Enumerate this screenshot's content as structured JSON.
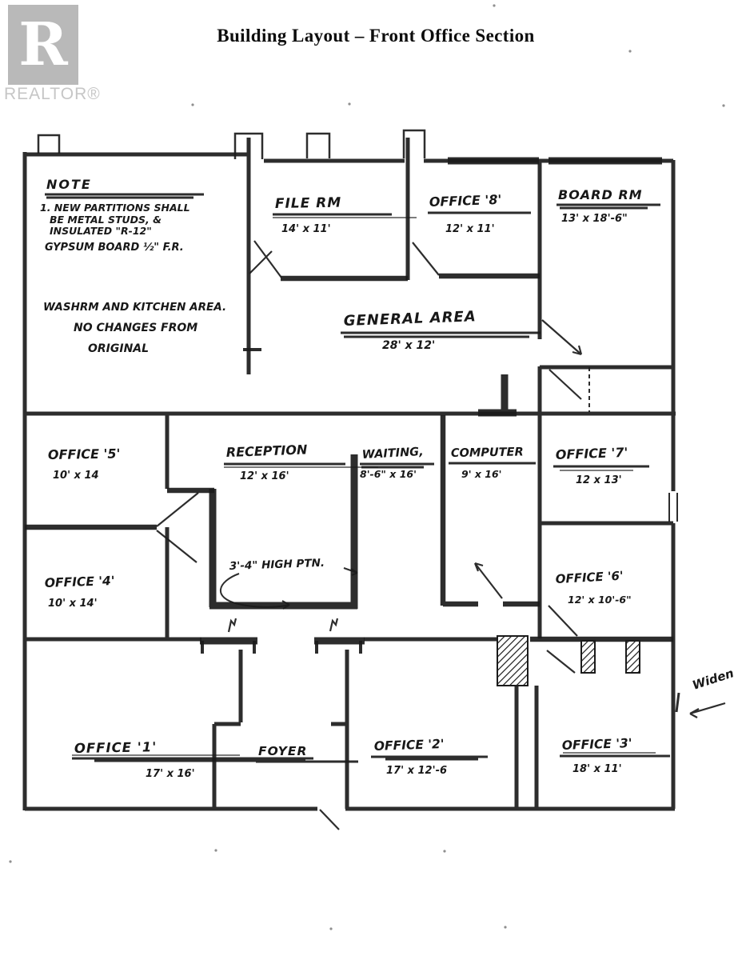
{
  "header": {
    "logo_r": "R",
    "logo_label": "REALTOR®",
    "title": "Building Layout – Front Office Section"
  },
  "note": {
    "heading": "NOTE",
    "lines": [
      "1. NEW PARTITIONS SHALL",
      "BE METAL STUDS, &",
      "INSULATED \"R-12\"",
      "GYPSUM BOARD ½\" F.R.",
      "WASHRM AND KITCHEN AREA.",
      "NO CHANGES FROM",
      "ORIGINAL"
    ]
  },
  "rooms": [
    {
      "id": "file-rm",
      "name": "FILE RM",
      "dims": "14' x 11'"
    },
    {
      "id": "office-8",
      "name": "OFFICE '8'",
      "dims": "12' x 11'"
    },
    {
      "id": "board-rm",
      "name": "BOARD RM",
      "dims": "13' x 18'-6\""
    },
    {
      "id": "general-area",
      "name": "GENERAL AREA",
      "dims": "28' x 12'"
    },
    {
      "id": "office-5",
      "name": "OFFICE '5'",
      "dims": "10' x 14"
    },
    {
      "id": "reception",
      "name": "RECEPTION",
      "dims": "12' x 16'"
    },
    {
      "id": "waiting",
      "name": "WAITING,",
      "dims": "8'-6\" x 16'"
    },
    {
      "id": "computer",
      "name": "COMPUTER",
      "dims": "9' x 16'"
    },
    {
      "id": "office-7",
      "name": "OFFICE '7'",
      "dims": "12 x 13'"
    },
    {
      "id": "office-4",
      "name": "OFFICE '4'",
      "dims": "10' x 14'"
    },
    {
      "id": "office-6",
      "name": "OFFICE '6'",
      "dims": "12' x 10'-6\""
    },
    {
      "id": "office-1",
      "name": "OFFICE '1'",
      "dims": "17' x 16'"
    },
    {
      "id": "foyer",
      "name": "FOYER",
      "dims": ""
    },
    {
      "id": "office-2",
      "name": "OFFICE '2'",
      "dims": "17' x 12'-6"
    },
    {
      "id": "office-3",
      "name": "OFFICE '3'",
      "dims": "18' x 11'"
    }
  ],
  "annotations": {
    "partition_height": "3'-4\" HIGH PTN.",
    "widen": "Widen"
  }
}
